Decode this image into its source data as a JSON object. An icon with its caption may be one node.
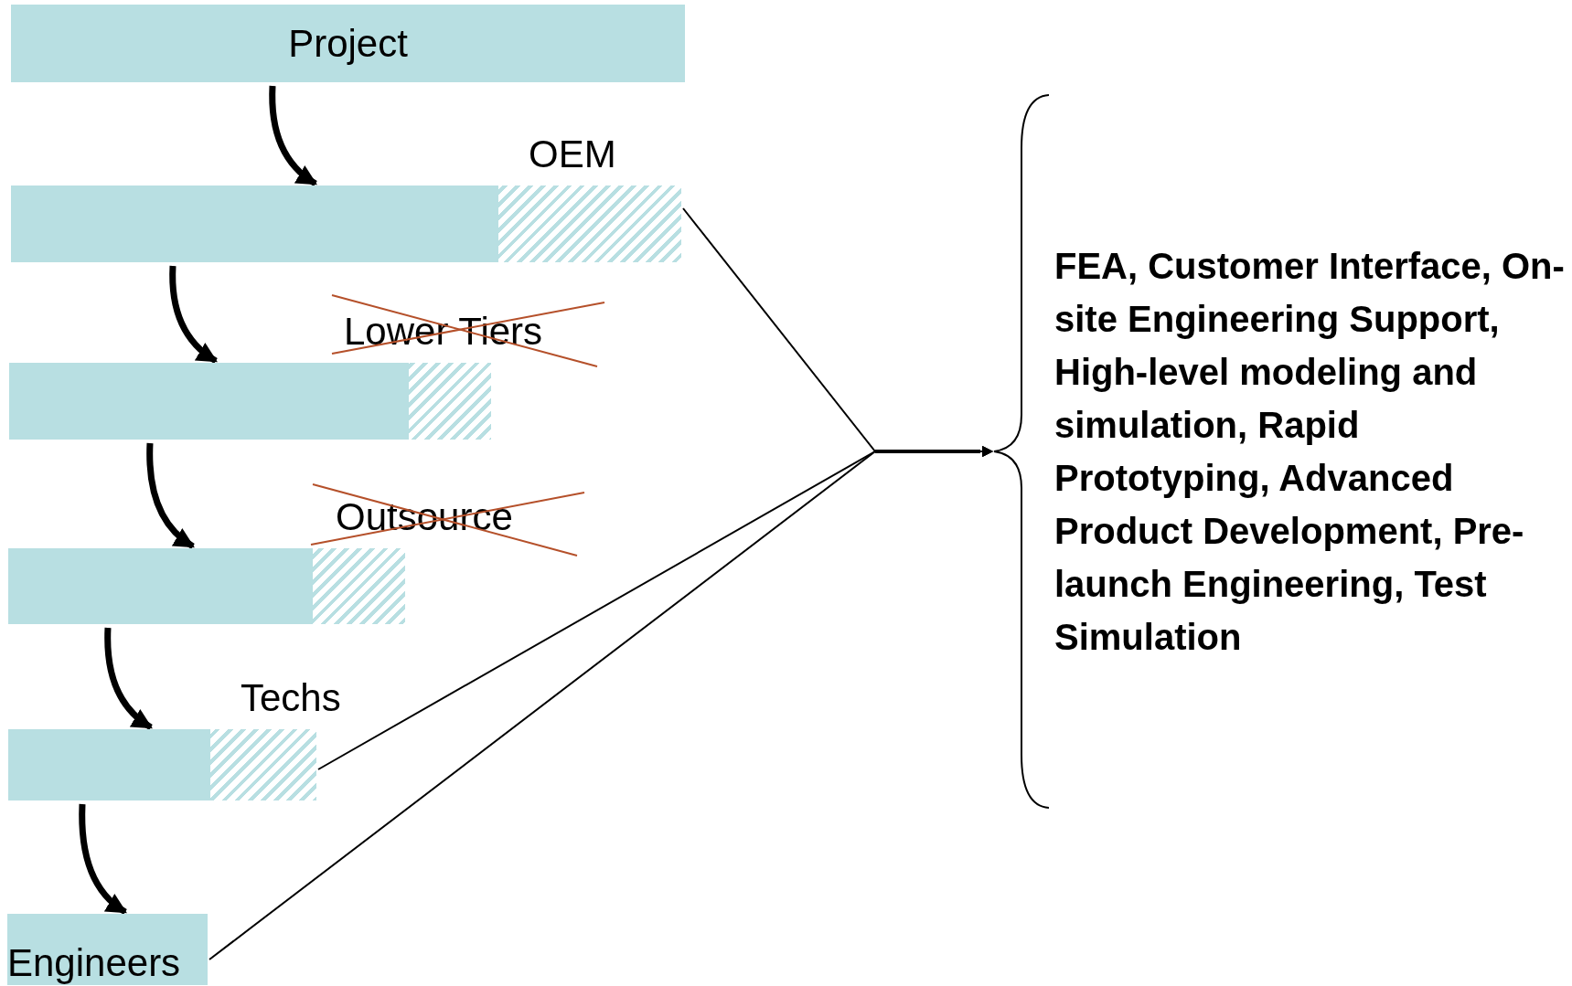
{
  "diagram": {
    "nodes": [
      {
        "text": [
          "Project"
        ]
      },
      {
        "text": [
          "OEM"
        ]
      },
      {
        "text": [
          "Lower Tiers"
        ]
      },
      {
        "text": [
          "Outsource"
        ]
      },
      {
        "text": [
          "Techs"
        ]
      },
      {
        "text": [
          "Engineers"
        ]
      },
      {
        "text": [
          "FEA, Customer Interface, On-site Engineering Support, High-level modeling and simulation, Rapid Prototyping, Advanced Product Development, Pre-launch Engineering, Test Simulation"
        ]
      }
    ],
    "edges": [
      {
        "from": 0,
        "to": 1,
        "arrow": "to"
      },
      {
        "from": 1,
        "to": 2,
        "arrow": "to"
      },
      {
        "from": 2,
        "to": 3,
        "arrow": "to"
      },
      {
        "from": 3,
        "to": 4,
        "arrow": "to"
      },
      {
        "from": 4,
        "to": 5,
        "arrow": "to"
      },
      {
        "from": 1,
        "to": 6,
        "arrow": "to"
      },
      {
        "from": 4,
        "to": 6,
        "arrow": "to"
      },
      {
        "from": 5,
        "to": 6,
        "arrow": "to"
      }
    ]
  }
}
